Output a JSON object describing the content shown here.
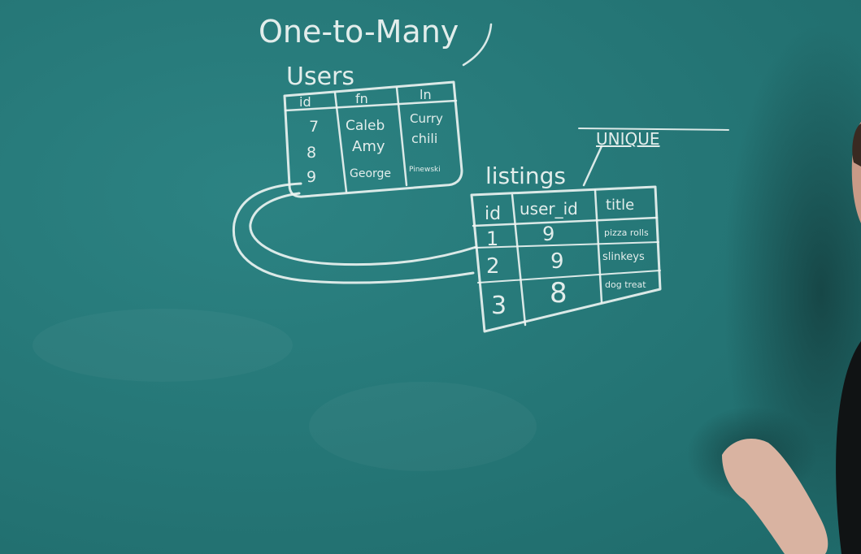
{
  "board": {
    "title": "One-to-Many",
    "annotation": "UNIQUE",
    "colors": {
      "board": "#267878",
      "chalk": "#f1f6f4",
      "shadow": "#143f3f",
      "skin": "#d9b3a1",
      "sleeve": "#101314"
    }
  },
  "users_table": {
    "title": "Users",
    "headers": [
      "id",
      "fn",
      "ln"
    ],
    "rows": [
      [
        "7",
        "Caleb",
        "Curry"
      ],
      [
        "8",
        "Amy",
        "chili"
      ],
      [
        "9",
        "George",
        "Pinewski"
      ]
    ]
  },
  "listings_table": {
    "title": "listings",
    "headers": [
      "id",
      "user_id",
      "title"
    ],
    "rows": [
      [
        "1",
        "9",
        "pizza rolls"
      ],
      [
        "2",
        "9",
        "slinkeys"
      ],
      [
        "3",
        "8",
        "dog treat"
      ]
    ]
  }
}
